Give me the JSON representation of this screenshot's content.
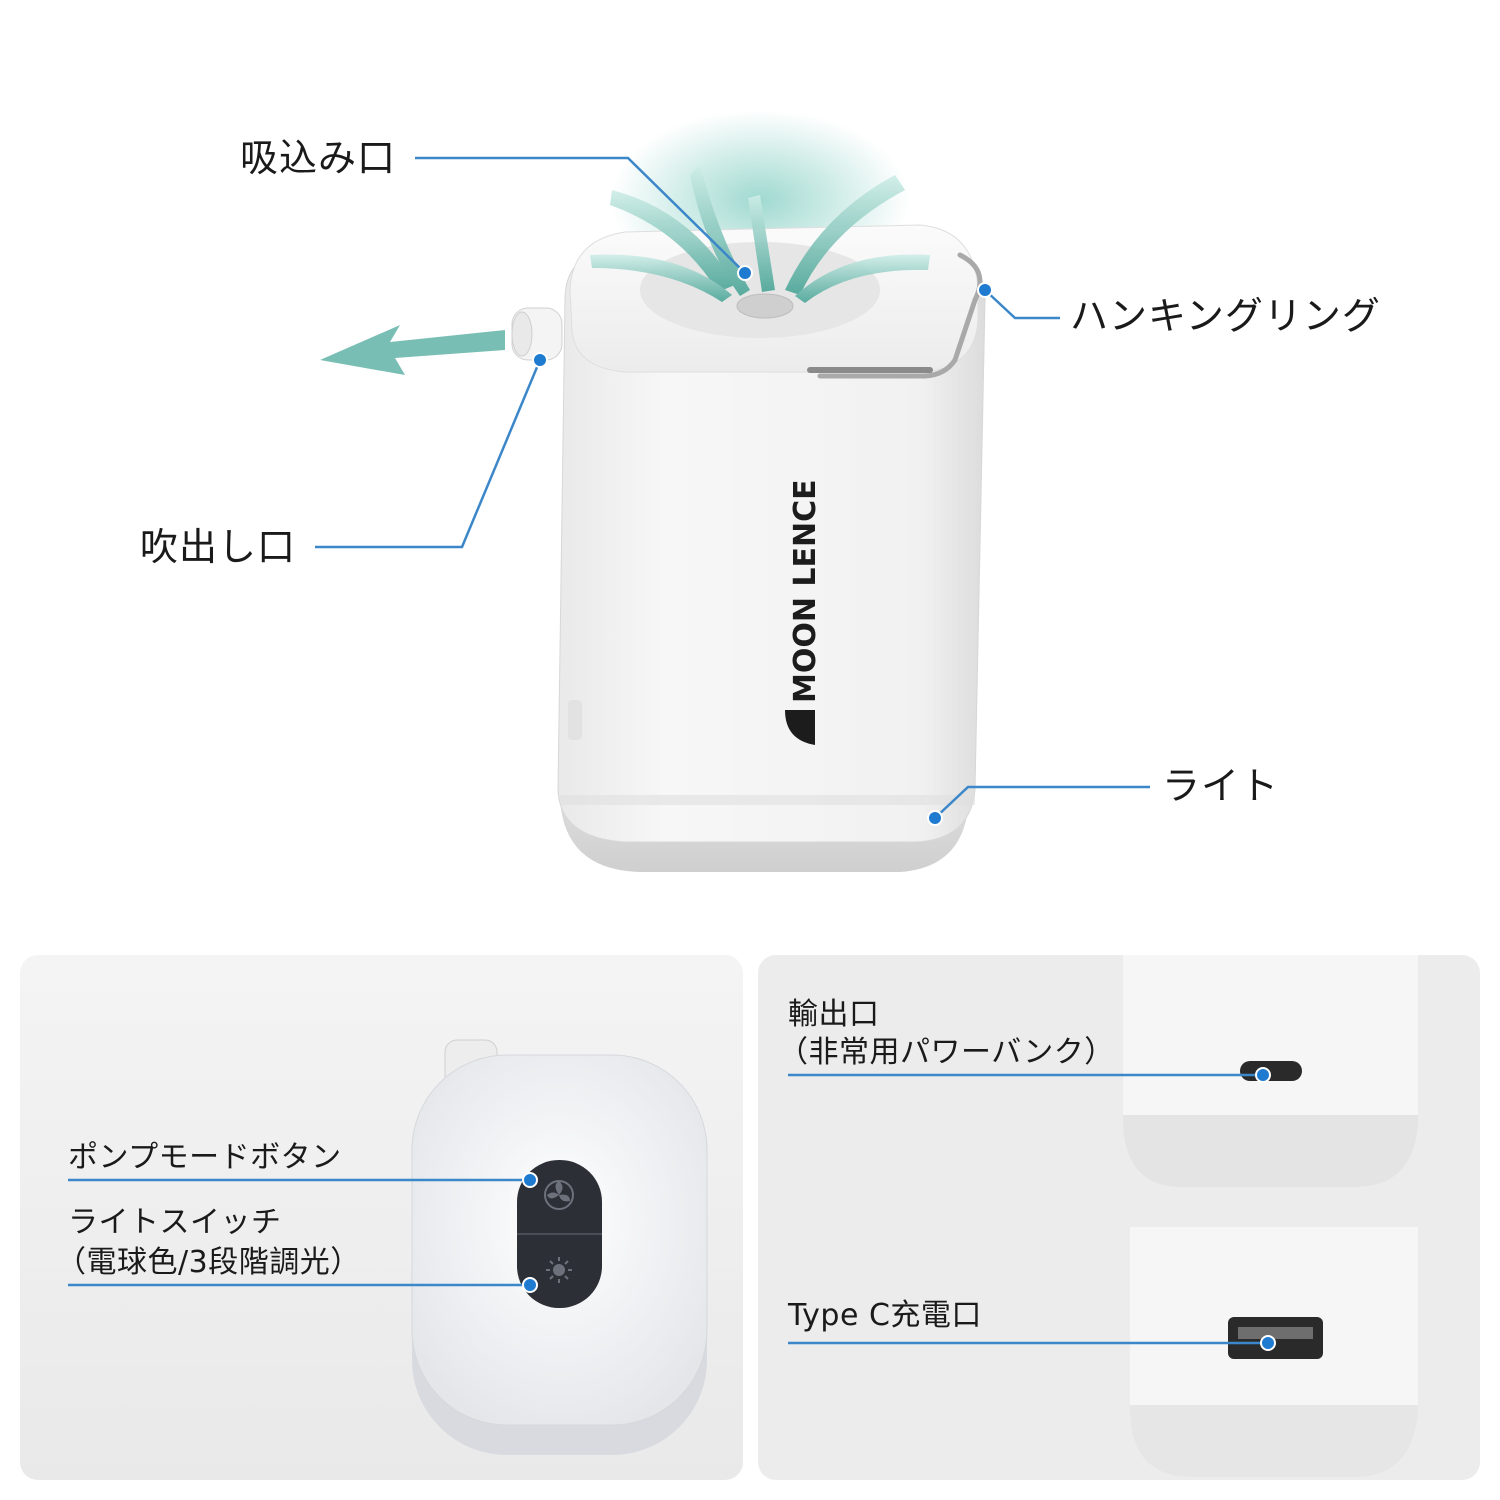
{
  "top": {
    "labels": {
      "intake": "吸込み口",
      "hanging_ring": "ハンキングリング",
      "outlet": "吹出し口",
      "light": "ライト"
    },
    "brand_logo_text": "MOON LENCE"
  },
  "bottom_left": {
    "labels": {
      "pump_mode_button": "ポンプモードボタン",
      "light_switch_line1": "ライトスイッチ",
      "light_switch_line2": "（電球色/3段階調光）"
    }
  },
  "bottom_right": {
    "labels": {
      "output_port_line1": "輸出口",
      "output_port_line2": "（非常用パワーバンク）",
      "charge_port": "Type C充電口"
    }
  },
  "colors": {
    "leader_line": "#3b87c9",
    "dot": "#1f7bd0",
    "airflow": "#5fb3a8",
    "device_body": "#f2f2f2",
    "device_shadow": "#d9d9d9",
    "panel_bg": "#eeeeee",
    "button_dark": "#2c2f36"
  }
}
